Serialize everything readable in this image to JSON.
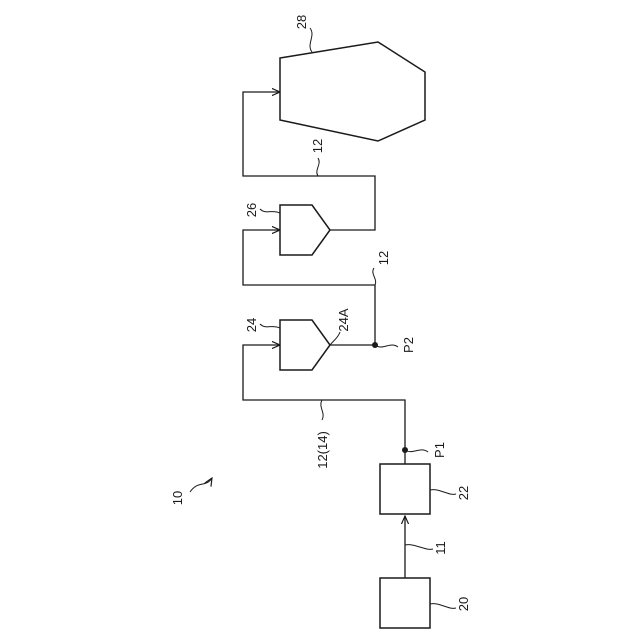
{
  "labels": {
    "system": "10",
    "line_main": "12(14)",
    "line_upper": "12",
    "line_top": "12",
    "pipe_11": "11",
    "point_p1": "P1",
    "point_p2": "P2",
    "unit_20": "20",
    "unit_22": "22",
    "unit_24": "24",
    "unit_24a": "24A",
    "unit_26": "26",
    "unit_28": "28"
  }
}
